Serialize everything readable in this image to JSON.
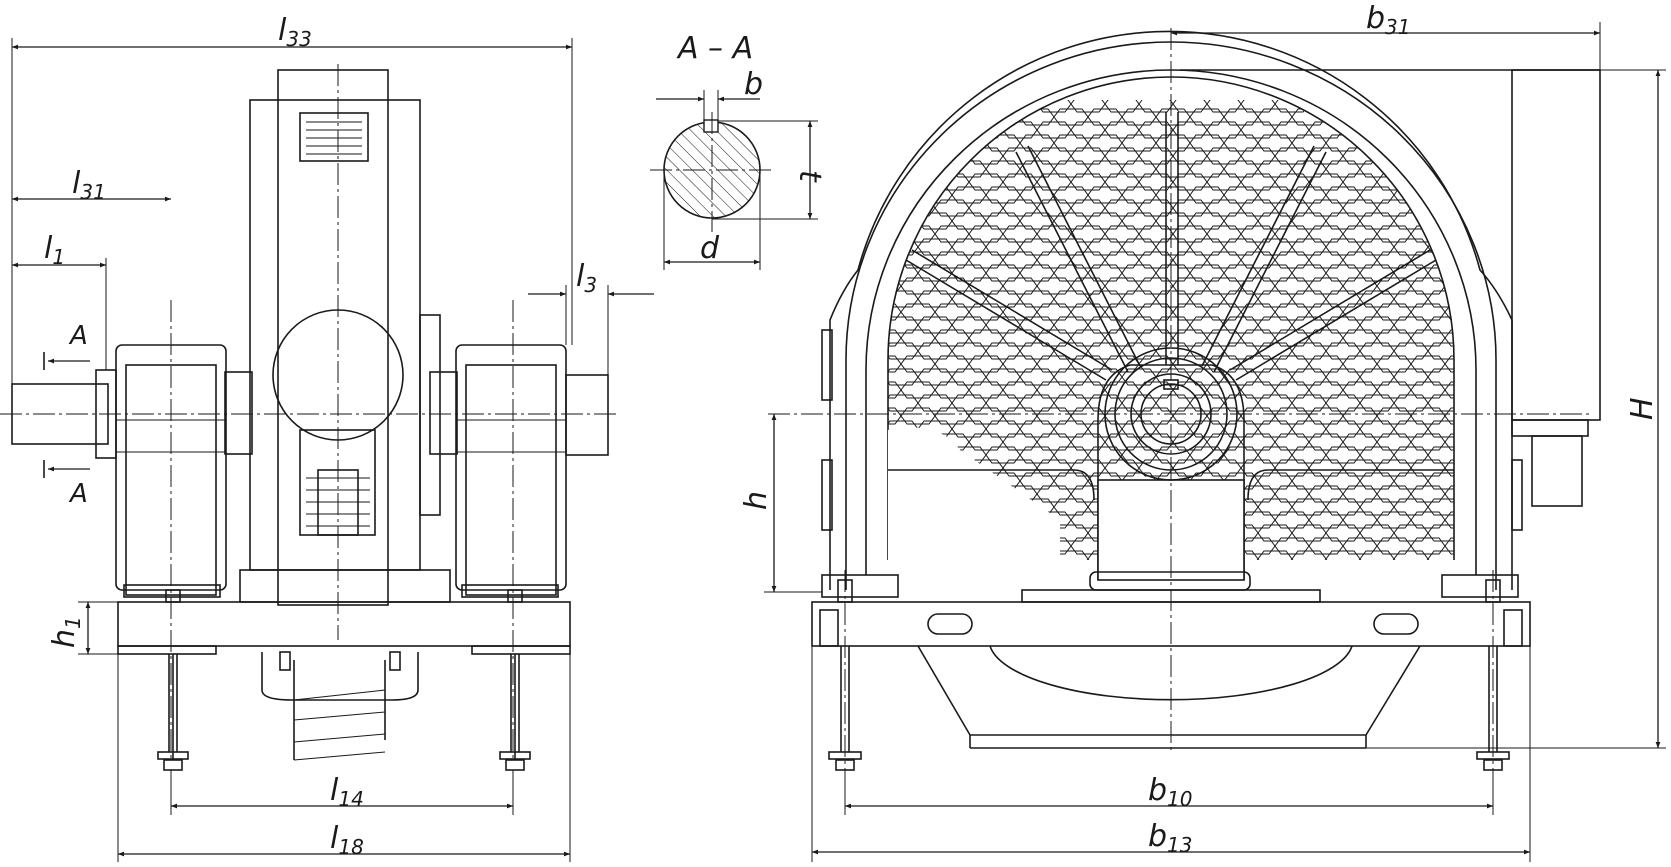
{
  "section": {
    "title": "A – A",
    "marker": "A"
  },
  "dims": {
    "l33": {
      "base": "l",
      "sub": "33"
    },
    "l31": {
      "base": "l",
      "sub": "31"
    },
    "l1": {
      "base": "l",
      "sub": "1"
    },
    "l3": {
      "base": "l",
      "sub": "3"
    },
    "l14": {
      "base": "l",
      "sub": "14"
    },
    "l18": {
      "base": "l",
      "sub": "18"
    },
    "h1": {
      "base": "h",
      "sub": "1"
    },
    "b31": {
      "base": "b",
      "sub": "31"
    },
    "b10": {
      "base": "b",
      "sub": "10"
    },
    "b13": {
      "base": "b",
      "sub": "13"
    },
    "h": "h",
    "H": "H",
    "b": "b",
    "d": "d",
    "t": "t"
  }
}
